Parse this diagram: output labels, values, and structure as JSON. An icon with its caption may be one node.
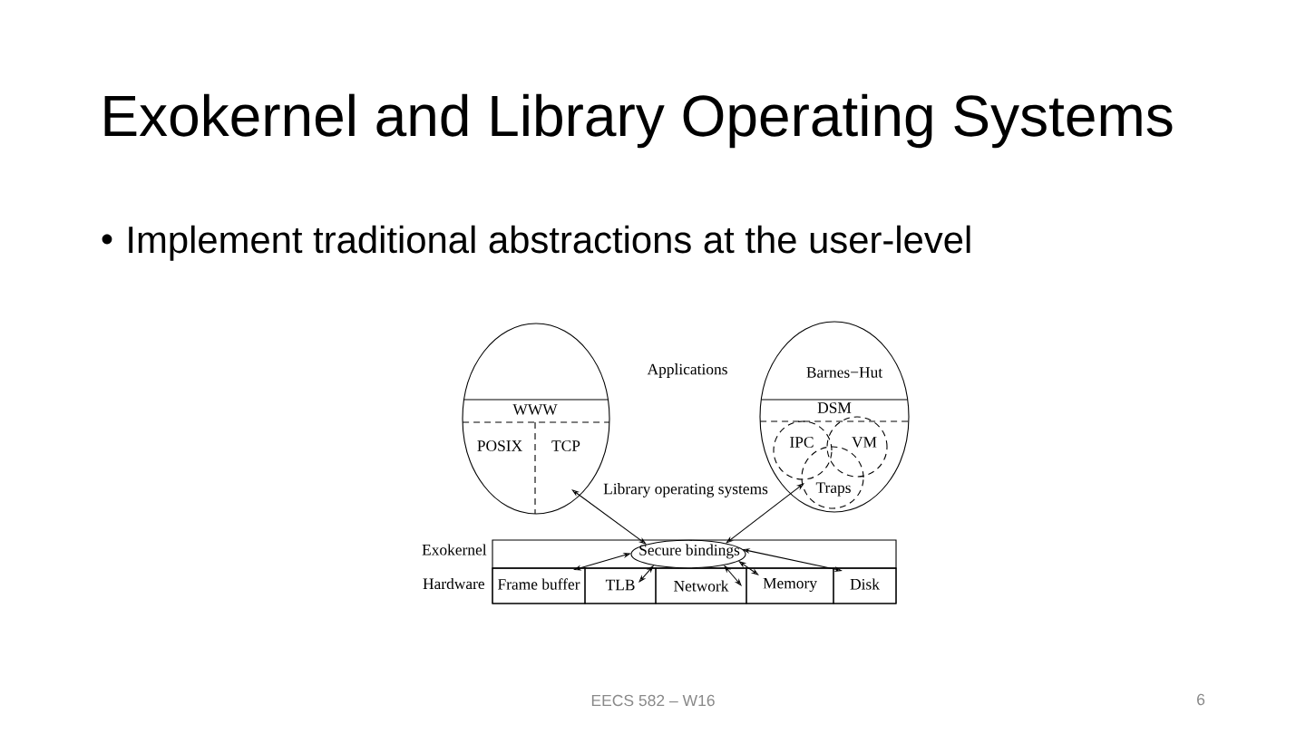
{
  "diagram": {
    "title": "Exokernel and Library Operating Systems",
    "nodes": [
      {
        "text": [
          "WWW",
          "POSIX",
          "TCP"
        ]
      },
      {
        "text": [
          "Barnes−Hut",
          "DSM"
        ]
      },
      {
        "text": [
          "IPC"
        ],
        "in": 1
      },
      {
        "text": [
          "VM"
        ],
        "in": 1
      },
      {
        "text": [
          "Traps"
        ],
        "in": 1
      },
      {
        "text": [
          "Exokernel"
        ]
      },
      {
        "text": [
          "Secure bindings"
        ],
        "in": 5
      },
      {
        "text": [
          "Hardware"
        ]
      },
      {
        "text": [
          "Frame buffer"
        ],
        "in": 7
      },
      {
        "text": [
          "TLB"
        ],
        "in": 7
      },
      {
        "text": [
          "Network"
        ],
        "in": 7
      },
      {
        "text": [
          "Memory"
        ],
        "in": 7
      },
      {
        "text": [
          "Disk"
        ],
        "in": 7
      }
    ],
    "edges": [
      {
        "from": 6,
        "to": 0,
        "arrow": "both"
      },
      {
        "from": 6,
        "to": 4,
        "arrow": "both"
      },
      {
        "from": 6,
        "to": 8,
        "arrow": "both"
      },
      {
        "from": 6,
        "to": 9,
        "arrow": "both"
      },
      {
        "from": 6,
        "to": 10,
        "arrow": "both"
      },
      {
        "from": 6,
        "to": 11,
        "arrow": "both"
      },
      {
        "from": 6,
        "to": 12,
        "arrow": "both"
      }
    ],
    "labels": [
      "Implement traditional abstractions at the user-level",
      "Applications",
      "Library operating systems",
      "EECS 582 – W16",
      "6"
    ]
  }
}
